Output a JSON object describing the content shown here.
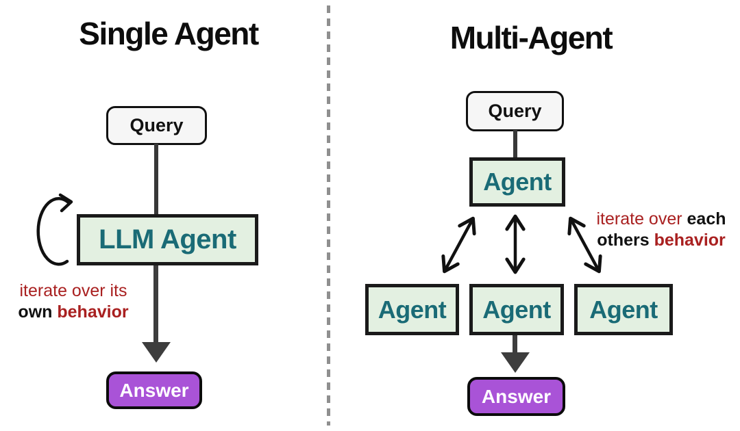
{
  "colors": {
    "agent_box_bg": "#e3f0e1",
    "agent_text": "#1a6b76",
    "query_box_bg": "#f6f6f6",
    "answer_box_bg": "#a953d7",
    "answer_text": "#ffffff",
    "caption_red": "#a92020",
    "caption_black": "#111111",
    "arrow_dark": "#3d3d3d",
    "connector_dark": "#383838",
    "divider_gray": "#8f8f8f",
    "box_border": "#1a1a1a"
  },
  "icons": {
    "loop_arrow": "↻",
    "double_headed_arrow": "↕",
    "down_arrow": "↓"
  },
  "left_panel": {
    "title": "Single Agent",
    "query_label": "Query",
    "agent_label": "LLM Agent",
    "caption": {
      "line1_red": "iterate over its",
      "line2_black": "own",
      "line2_red": "behavior"
    },
    "answer_label": "Answer"
  },
  "right_panel": {
    "title": "Multi-Agent",
    "query_label": "Query",
    "coordinator_label": "Agent",
    "agents": [
      {
        "label": "Agent"
      },
      {
        "label": "Agent"
      },
      {
        "label": "Agent"
      }
    ],
    "caption": {
      "line1_red": "iterate over ",
      "line1_black": "each",
      "line2_black": "others ",
      "line2_red": "behavior"
    },
    "answer_label": "Answer"
  }
}
